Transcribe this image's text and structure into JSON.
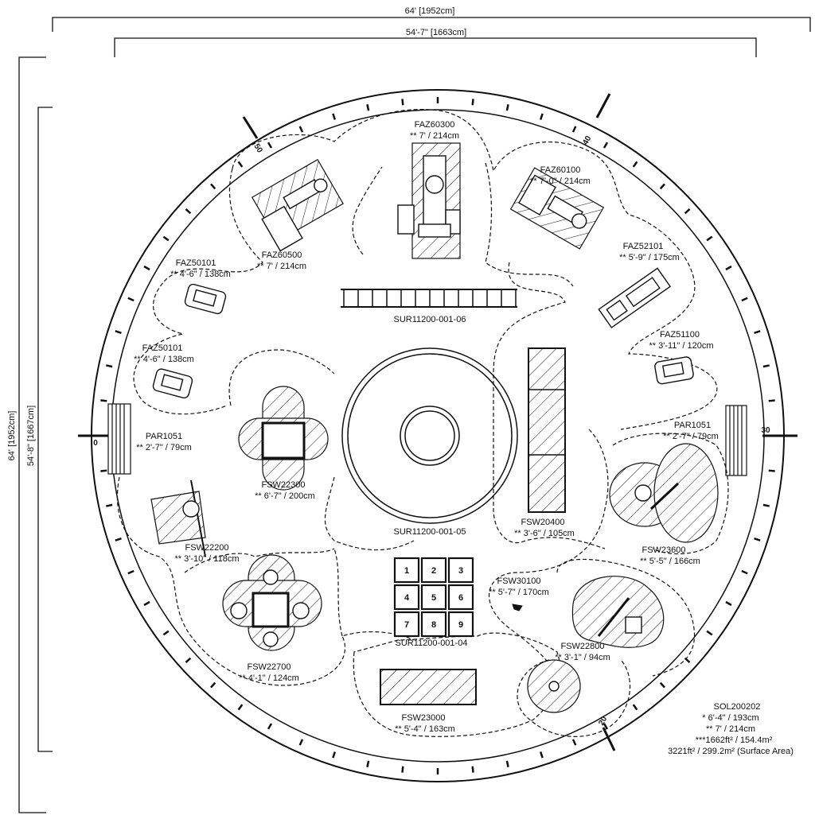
{
  "dimensions": {
    "overall_width": "64' [1952cm]",
    "inner_width": "54'-7\" [1663cm]",
    "overall_height": "64' [1952cm]",
    "inner_height": "54'-8\" [1667cm]"
  },
  "rim_marks": {
    "left": "0",
    "right": "30",
    "top_left": "50",
    "top_right": "40",
    "bottom": "20"
  },
  "equipment": [
    {
      "code": "FAZ60300",
      "height": "** 7' / 214cm"
    },
    {
      "code": "FAZ60100",
      "height": "** 7'-0\" / 214cm"
    },
    {
      "code": "FAZ60500",
      "height": "** 7' / 214cm"
    },
    {
      "code": "FAZ52101",
      "height": "** 5'-9\" / 175cm"
    },
    {
      "code": "FAZ50101",
      "height": "** 4'-6\" / 138cm"
    },
    {
      "code": "FAZ50101",
      "height": "** 4'-6\" / 138cm"
    },
    {
      "code": "FAZ51100",
      "height": "** 3'-11\" / 120cm"
    },
    {
      "code": "PAR1051",
      "height": "** 2'-7\" / 79cm"
    },
    {
      "code": "PAR1051",
      "height": "** 2'-7\" / 79cm"
    },
    {
      "code": "FSW22300",
      "height": "** 6'-7\" / 200cm"
    },
    {
      "code": "FSW20400",
      "height": "** 3'-6\" / 105cm"
    },
    {
      "code": "FSW22200",
      "height": "** 3'-10\" / 118cm"
    },
    {
      "code": "FSW23600",
      "height": "** 5'-5\" / 166cm"
    },
    {
      "code": "FSW30100",
      "height": "** 5'-7\" / 170cm"
    },
    {
      "code": "FSW22700",
      "height": "** 4'-1\" / 124cm"
    },
    {
      "code": "FSW22800",
      "height": "** 3'-1\" / 94cm"
    },
    {
      "code": "FSW23000",
      "height": "** 5'-4\" / 163cm"
    }
  ],
  "surfaces": {
    "ladder": "SUR11200-001-06",
    "center": "SUR11200-001-05",
    "grid": "SUR11200-001-04"
  },
  "grid_numbers": [
    "1",
    "2",
    "3",
    "4",
    "5",
    "6",
    "7",
    "8",
    "9"
  ],
  "summary": {
    "code": "SOL200202",
    "line1": "* 6'-4\" / 193cm",
    "line2": "** 7' / 214cm",
    "line3": "***1662ft² / 154.4m²",
    "line4": "3221ft² / 299.2m² (Surface Area)"
  }
}
